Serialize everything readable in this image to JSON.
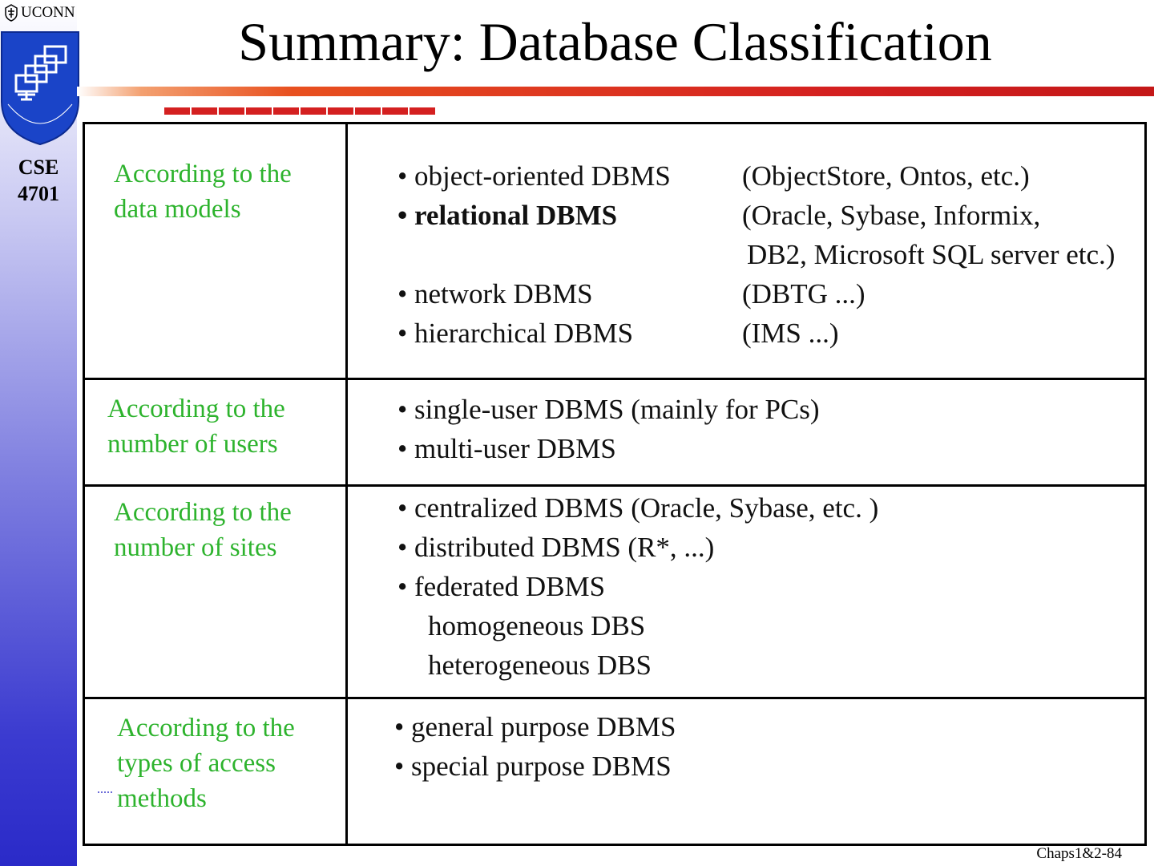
{
  "branding": {
    "university": "UCONN",
    "course_line1": "CSE",
    "course_line2": "4701",
    "colors": {
      "accent_red": "#d42020",
      "criterion_green": "#2db32d",
      "sidebar_blue": "#2a2ac8"
    }
  },
  "slide": {
    "title": "Summary: Database Classification",
    "footer": "Chaps1&2-84"
  },
  "table": {
    "rows": [
      {
        "criterion": [
          "According to the",
          "data models"
        ],
        "items": [
          {
            "name": "• object-oriented DBMS",
            "example": "(ObjectStore, Ontos, etc.)",
            "bold": false
          },
          {
            "name": "• relational DBMS",
            "example": "(Oracle, Sybase, Informix,",
            "bold": true
          },
          {
            "name": "",
            "example": "DB2, Microsoft SQL server etc.)",
            "bold": false
          },
          {
            "name": "• network DBMS",
            "example": "(DBTG ...)",
            "bold": false
          },
          {
            "name": "• hierarchical DBMS",
            "example": "(IMS ...)",
            "bold": false
          }
        ]
      },
      {
        "criterion": [
          "According to the",
          "number of users"
        ],
        "items": [
          {
            "name": "• single-user DBMS  (mainly for PCs)",
            "example": "",
            "bold": false
          },
          {
            "name": "• multi-user DBMS",
            "example": "",
            "bold": false
          }
        ]
      },
      {
        "criterion": [
          "According to the",
          "number of sites"
        ],
        "items": [
          {
            "name": "• centralized DBMS  (Oracle, Sybase, etc. )",
            "example": "",
            "bold": false
          },
          {
            "name": "• distributed DBMS  (R*, ...)",
            "example": "",
            "bold": false
          },
          {
            "name": "• federated DBMS",
            "example": "",
            "bold": false
          },
          {
            "name": "homogeneous DBS",
            "example": "",
            "bold": false,
            "sub": true
          },
          {
            "name": "heterogeneous DBS",
            "example": "",
            "bold": false,
            "sub": true
          }
        ]
      },
      {
        "criterion": [
          "According to the",
          "types of access",
          "methods"
        ],
        "items": [
          {
            "name": "• general purpose DBMS",
            "example": "",
            "bold": false
          },
          {
            "name": "• special purpose DBMS",
            "example": "",
            "bold": false
          }
        ]
      }
    ]
  }
}
